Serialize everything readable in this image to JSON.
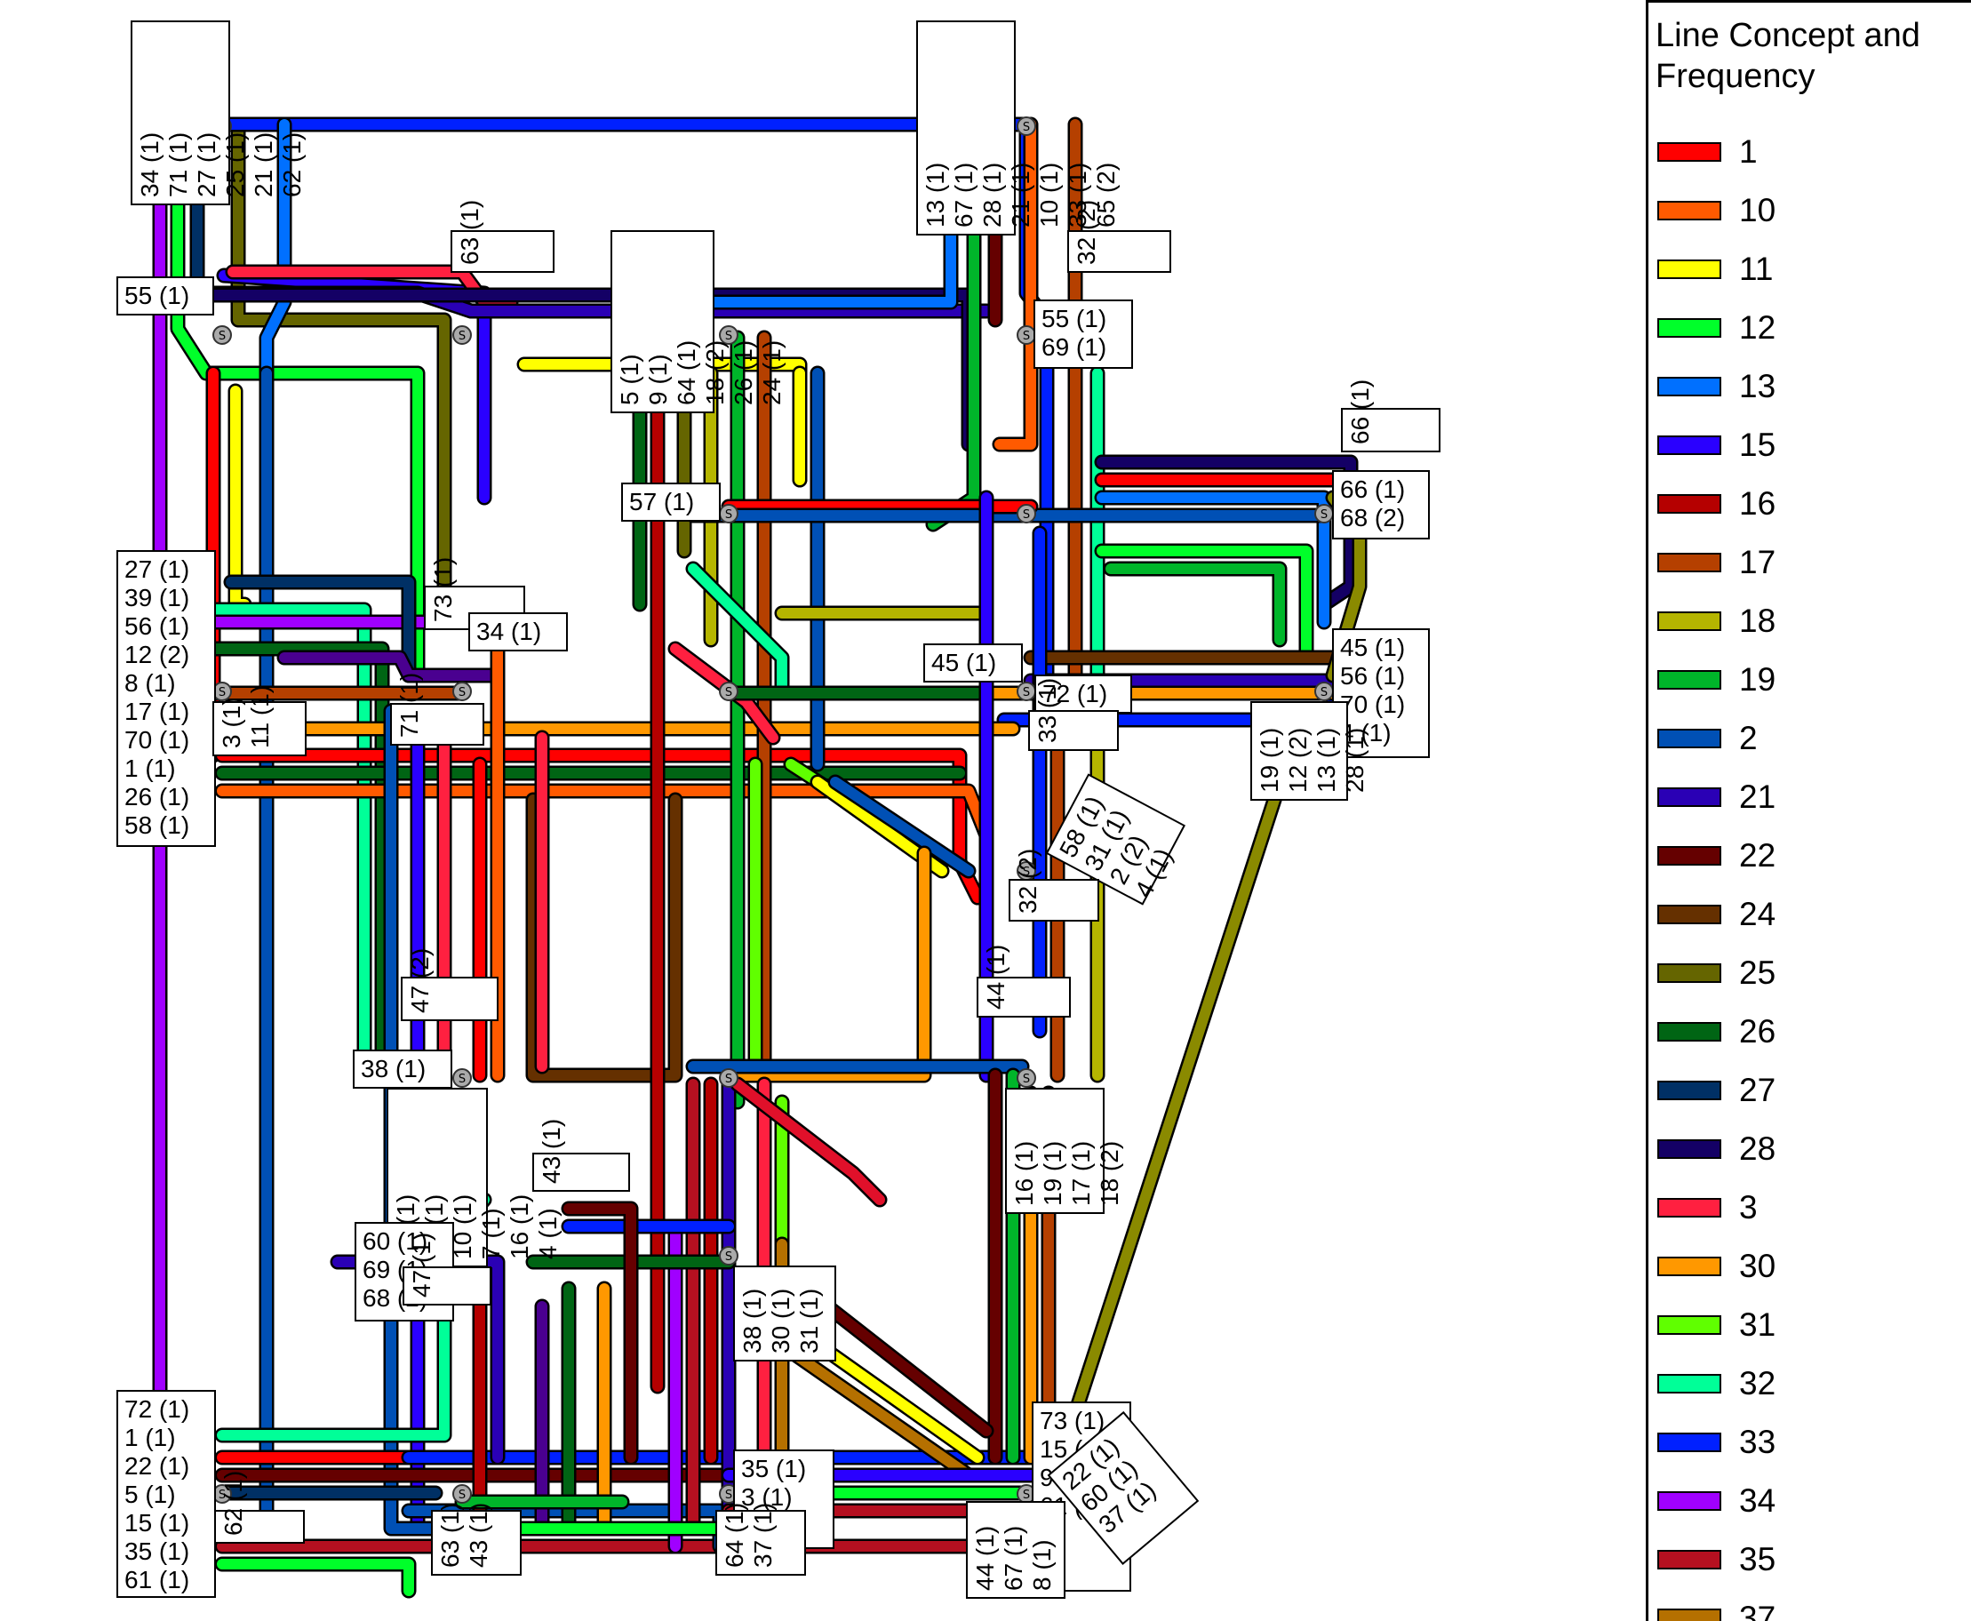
{
  "legend": {
    "title_line1": "Line Concept and",
    "title_line2": "Frequency",
    "items": [
      {
        "label": "1",
        "color": "#ff0000"
      },
      {
        "label": "10",
        "color": "#ff5a00"
      },
      {
        "label": "11",
        "color": "#ffff00"
      },
      {
        "label": "12",
        "color": "#00ff2a"
      },
      {
        "label": "13",
        "color": "#0070ff"
      },
      {
        "label": "15",
        "color": "#2a00ff"
      },
      {
        "label": "16",
        "color": "#b50000"
      },
      {
        "label": "17",
        "color": "#b54000"
      },
      {
        "label": "18",
        "color": "#b5b500"
      },
      {
        "label": "19",
        "color": "#00b52a"
      },
      {
        "label": "2",
        "color": "#0050b5"
      },
      {
        "label": "21",
        "color": "#2a00b5"
      },
      {
        "label": "22",
        "color": "#650000"
      },
      {
        "label": "24",
        "color": "#653000"
      },
      {
        "label": "25",
        "color": "#656500"
      },
      {
        "label": "26",
        "color": "#006514"
      },
      {
        "label": "27",
        "color": "#003065"
      },
      {
        "label": "28",
        "color": "#140065"
      },
      {
        "label": "3",
        "color": "#ff2040"
      },
      {
        "label": "30",
        "color": "#ff9800"
      },
      {
        "label": "31",
        "color": "#60ff00"
      },
      {
        "label": "32",
        "color": "#00ff98"
      },
      {
        "label": "33",
        "color": "#0020ff"
      },
      {
        "label": "34",
        "color": "#a000ff"
      },
      {
        "label": "35",
        "color": "#b51020"
      },
      {
        "label": "37",
        "color": "#b57000"
      }
    ]
  },
  "stations": [
    {
      "id": "s1",
      "symbol": "S"
    },
    {
      "id": "s2",
      "symbol": "S"
    },
    {
      "id": "s3",
      "symbol": "S"
    },
    {
      "id": "s4",
      "symbol": "S"
    },
    {
      "id": "s5",
      "symbol": "S"
    },
    {
      "id": "s6",
      "symbol": "S"
    },
    {
      "id": "s7",
      "symbol": "S"
    },
    {
      "id": "s8",
      "symbol": "S"
    },
    {
      "id": "s9",
      "symbol": "S"
    },
    {
      "id": "s10",
      "symbol": "S"
    },
    {
      "id": "s11",
      "symbol": "S"
    },
    {
      "id": "s12",
      "symbol": "S"
    },
    {
      "id": "s13",
      "symbol": "S"
    },
    {
      "id": "s14",
      "symbol": "S"
    },
    {
      "id": "s15",
      "symbol": "S"
    },
    {
      "id": "s16",
      "symbol": "S"
    },
    {
      "id": "s17",
      "symbol": "S"
    },
    {
      "id": "s18",
      "symbol": "S"
    },
    {
      "id": "s19",
      "symbol": "S"
    },
    {
      "id": "s20",
      "symbol": "S"
    },
    {
      "id": "s21",
      "symbol": "S"
    },
    {
      "id": "s22",
      "symbol": "S"
    },
    {
      "id": "s23",
      "symbol": "S"
    },
    {
      "id": "s24",
      "symbol": "S"
    },
    {
      "id": "s25",
      "symbol": "S"
    },
    {
      "id": "s26",
      "symbol": "S"
    },
    {
      "id": "s27",
      "symbol": "S"
    },
    {
      "id": "s28",
      "symbol": "S"
    },
    {
      "id": "s29",
      "symbol": "S"
    }
  ],
  "labels": [
    {
      "id": "l1",
      "lines": [
        "34 (1)",
        "71 (1)",
        "27 (1)",
        "25 (1)",
        "21 (1)",
        "62 (1)"
      ]
    },
    {
      "id": "l2",
      "lines": [
        "13 (1)",
        "67 (1)",
        "28 (1)",
        "21 (1)",
        "10 (1)",
        "33 (1)",
        "65 (2)"
      ]
    },
    {
      "id": "l3",
      "lines": [
        "55 (1)"
      ]
    },
    {
      "id": "l4",
      "lines": [
        "63 (1)"
      ]
    },
    {
      "id": "l5",
      "lines": [
        "5 (1)",
        "9 (1)",
        "64 (1)",
        "18 (2)",
        "26 (1)",
        "24 (1)"
      ]
    },
    {
      "id": "l6",
      "lines": [
        "32 (2)"
      ]
    },
    {
      "id": "l7",
      "lines": [
        "55 (1)",
        "69 (1)"
      ]
    },
    {
      "id": "l8",
      "lines": [
        "57 (1)"
      ]
    },
    {
      "id": "l9",
      "lines": [
        "66 (1)"
      ]
    },
    {
      "id": "l10",
      "lines": [
        "66 (1)",
        "68 (2)"
      ]
    },
    {
      "id": "l11",
      "lines": [
        "27 (1)",
        "39 (1)",
        "56 (1)",
        "12 (2)",
        "8 (1)",
        "17 (1)",
        "70 (1)",
        "1 (1)",
        "26 (1)",
        "58 (1)"
      ]
    },
    {
      "id": "l12",
      "lines": [
        "3 (1)",
        "11 (1)"
      ]
    },
    {
      "id": "l13",
      "lines": [
        "73 (1)"
      ]
    },
    {
      "id": "l14",
      "lines": [
        "34 (1)"
      ]
    },
    {
      "id": "l15",
      "lines": [
        "71 (1)"
      ]
    },
    {
      "id": "l16",
      "lines": [
        "45 (1)"
      ]
    },
    {
      "id": "l17",
      "lines": [
        "72 (1)"
      ]
    },
    {
      "id": "l18",
      "lines": [
        "33 (1)"
      ]
    },
    {
      "id": "l19",
      "lines": [
        "45 (1)",
        "56 (1)",
        "70 (1)",
        "4 (1)"
      ]
    },
    {
      "id": "l20",
      "lines": [
        "19 (1)",
        "12 (2)",
        "13 (1)",
        "28 (1)"
      ]
    },
    {
      "id": "l21",
      "lines": [
        "58 (1)",
        "31 (1)",
        "2 (2)",
        "4 (1)"
      ]
    },
    {
      "id": "l22",
      "lines": [
        "32 (2)"
      ]
    },
    {
      "id": "l23",
      "lines": [
        "47 (2)"
      ]
    },
    {
      "id": "l24",
      "lines": [
        "38 (1)"
      ]
    },
    {
      "id": "l25",
      "lines": [
        "44 (1)"
      ]
    },
    {
      "id": "l26",
      "lines": [
        "39 (1)",
        "25 (1)",
        "10 (1)",
        "7 (1)",
        "16 (1)",
        "4 (1)"
      ]
    },
    {
      "id": "l27",
      "lines": [
        "43 (1)"
      ]
    },
    {
      "id": "l28",
      "lines": [
        "16 (1)",
        "19 (1)",
        "17 (1)",
        "18 (2)"
      ]
    },
    {
      "id": "l29",
      "lines": [
        "60 (1)",
        "69 (1)",
        "68 (2)"
      ]
    },
    {
      "id": "l30",
      "lines": [
        "47 (1)"
      ]
    },
    {
      "id": "l31",
      "lines": [
        "38 (1)",
        "30 (1)",
        "31 (1)"
      ]
    },
    {
      "id": "l32",
      "lines": [
        "72 (1)",
        "1 (1)",
        "22 (1)",
        "5 (1)",
        "15 (1)",
        "35 (1)",
        "61 (1)"
      ]
    },
    {
      "id": "l33",
      "lines": [
        "62 (1)"
      ]
    },
    {
      "id": "l34",
      "lines": [
        "63 (1)",
        "43 (1)"
      ]
    },
    {
      "id": "l35",
      "lines": [
        "35 (1)",
        "3 (1)",
        "2 (2)"
      ]
    },
    {
      "id": "l36",
      "lines": [
        "64 (1)",
        "37 (1)"
      ]
    },
    {
      "id": "l37",
      "lines": [
        "73 (1)",
        "15 (1)",
        "9 (1)",
        "61 (1)"
      ]
    },
    {
      "id": "l38",
      "lines": [
        "22 (1)",
        "60 (1)",
        "37 (1)"
      ]
    },
    {
      "id": "l39",
      "lines": [
        "44 (1)",
        "67 (1)",
        "8 (1)"
      ]
    }
  ],
  "extra_line_colors": {
    "c_olive": "#8a8a00",
    "c_violet": "#4a0090",
    "c_red2": "#e0102a"
  }
}
